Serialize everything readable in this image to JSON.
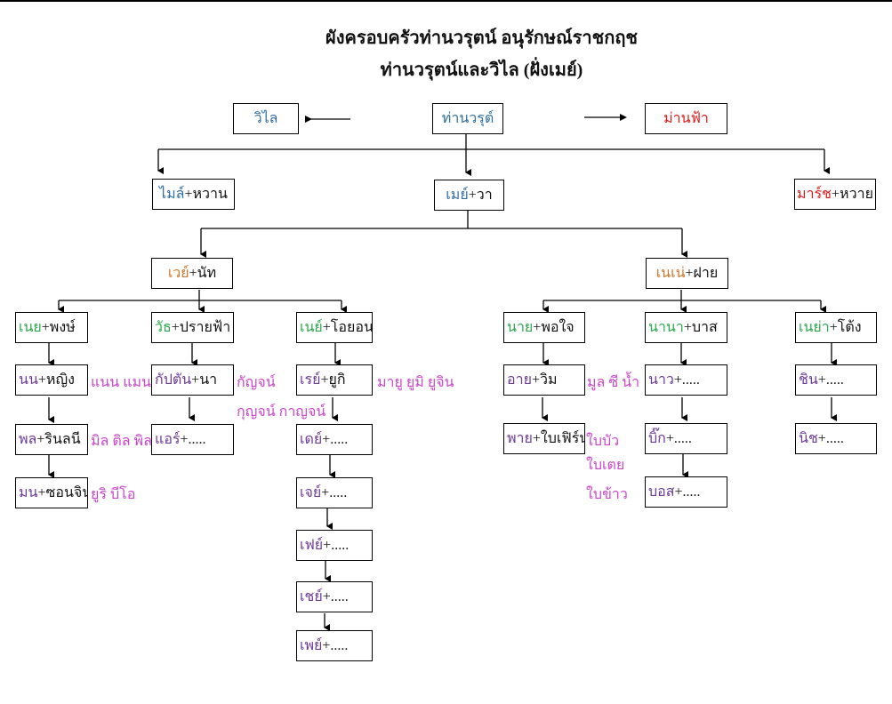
{
  "title": {
    "line1": "ผังครอบครัวท่านวรุตน์ อนุรักษณ์ราชกฤช",
    "line2": "ท่านวรุตน์และวิไล (ฝั่งเมย์)"
  },
  "colors": {
    "blue": "#2e6da4",
    "red": "#e01818",
    "orange": "#d2762a",
    "green": "#2aa84a",
    "purple": "#6b3a98",
    "note": "#cc44cc"
  },
  "gen0": {
    "wilai": "วิไล",
    "warut": "ท่านวรุต์",
    "manfa": "ม่านฟ้า"
  },
  "gen1": {
    "mile": {
      "name": "ไมล์",
      "spouse": "+หวาน"
    },
    "may": {
      "name": "เมย์",
      "spouse": "+วา"
    },
    "march": {
      "name": "มาร์ช",
      "spouse": "+หวาย"
    }
  },
  "gen2": {
    "way": {
      "name": "เวย์",
      "spouse": "+นัท"
    },
    "nene": {
      "name": "เนเน่",
      "spouse": "+ฝาย"
    }
  },
  "gen3": {
    "noey": {
      "name": "เนย",
      "spouse": "+พงษ์"
    },
    "wat": {
      "name": "วัธ",
      "spouse": "+ปรายฟ้า"
    },
    "ney": {
      "name": "เนย์",
      "spouse": "+โอยอน"
    },
    "nai": {
      "name": "นาย",
      "spouse": "+พอใจ"
    },
    "nana": {
      "name": "นานา",
      "spouse": "+บาส"
    },
    "neya": {
      "name": "เนย่า",
      "spouse": "+โต้ง"
    }
  },
  "gen4": {
    "non": {
      "name": "นน",
      "spouse": "+หญิง"
    },
    "pon": {
      "name": "พล",
      "spouse": "+รินลนี"
    },
    "mon": {
      "name": "มน",
      "spouse": "+ซอนจิน"
    },
    "captain": {
      "name": "กัปตัน",
      "spouse": "+นา"
    },
    "air": {
      "name": "แอร์",
      "spouse": "+....."
    },
    "ray": {
      "name": "เรย์",
      "spouse": "+ยูกิ"
    },
    "day": {
      "name": "เดย์",
      "spouse": "+....."
    },
    "jay": {
      "name": "เจย์",
      "spouse": "+....."
    },
    "fay": {
      "name": "เฟย์",
      "spouse": "+....."
    },
    "chay": {
      "name": "เชย์",
      "spouse": "+....."
    },
    "pay": {
      "name": "เพย์",
      "spouse": "+....."
    },
    "ai": {
      "name": "อาย",
      "spouse": "+วิม"
    },
    "pai": {
      "name": "พาย",
      "spouse": "+ใบเฟิร์น"
    },
    "nao": {
      "name": "นาว",
      "spouse": "+....."
    },
    "bik": {
      "name": "บิ๊ก",
      "spouse": "+....."
    },
    "boss": {
      "name": "บอส",
      "spouse": "+....."
    },
    "chin": {
      "name": "ชิน",
      "spouse": "+....."
    },
    "nich": {
      "name": "นิช",
      "spouse": "+....."
    }
  },
  "notes": {
    "non_children": "แนน แมน",
    "pon_children": "มิล ติล พิล",
    "mon_children": "ยูริ บีโอ",
    "captain_children_1": "กัญจน์",
    "captain_children_2": "กุญจน์ กาญจน์",
    "ray_children": "มายู ยูมิ ยูจิน",
    "ai_children": "มูล ซี น้ำ",
    "pai_children_1": "ใบบัว",
    "pai_children_2": "ใบเตย",
    "pai_children_3": "ใบข้าว"
  }
}
